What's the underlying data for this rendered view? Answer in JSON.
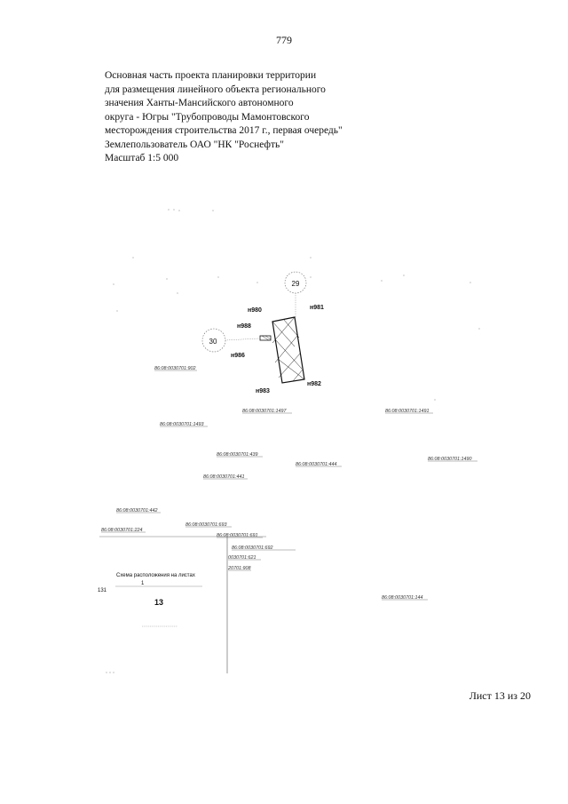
{
  "page_number": "779",
  "header_lines": [
    "Основная часть проекта планировки территории",
    "для размещения линейного объекта регионального",
    "значения Ханты-Мансийского автономного",
    "округа - Югры \"Трубопроводы Мамонтовского",
    "месторождения строительства 2017 г., первая очередь\"",
    "Землепользователь ОАО \"НК \"Роснефть\"",
    "Масштаб 1:5 000"
  ],
  "map": {
    "circle_labels": [
      "29",
      "30"
    ],
    "point_labels": [
      "н980",
      "н981",
      "н988",
      "н986",
      "н983",
      "н982"
    ],
    "parcel_labels": [
      "86:08:0030701:902",
      "86:08:0030701:1497",
      "86:08:0030701:1491",
      "86:08:0030701:1493",
      "86:08:0030701:439",
      "86:08:0030701:444",
      "86:08:0030701:1490",
      "86:08:0030701:441",
      "86:08:0030701:442",
      "86:08:0030701:693",
      "86:08:0030701:224",
      "86:08:0030701:691",
      "86:08:0030701:692",
      "0030701:621",
      "20701:908",
      "86:08:0030701:144"
    ],
    "inset_title": "Схема расположения на листах",
    "inset_top_number": "1",
    "inset_big_number": "13",
    "left_edge_number": "131"
  },
  "sheet_label": "Лист 13 из 20"
}
